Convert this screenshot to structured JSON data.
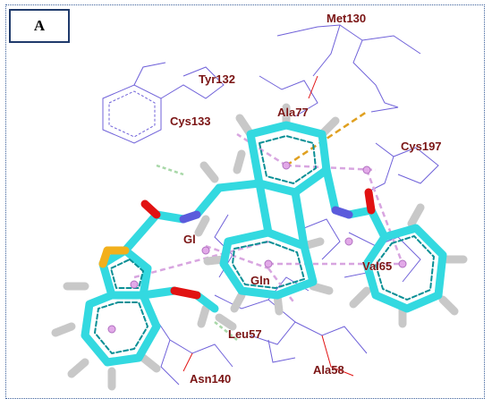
{
  "panel": {
    "label": "A"
  },
  "colors": {
    "stick_carbon": "#33d9e0",
    "stick_hydrogen": "#c8c8c8",
    "oxygen": "#e11212",
    "nitrogen": "#5b5bdc",
    "sulfur": "#f2b01c",
    "residue_wire": "#6f61d9",
    "pi_interaction": "#d8a5e0",
    "h_bond": "#a8d8a8",
    "pi_sulfur": "#e0a020",
    "label": "#7a1414"
  },
  "residues": [
    {
      "id": "met130",
      "label": "Met130"
    },
    {
      "id": "tyr132",
      "label": "Tyr132"
    },
    {
      "id": "cys133",
      "label": "Cys133"
    },
    {
      "id": "ala77",
      "label": "Ala77"
    },
    {
      "id": "cys197",
      "label": "Cys197"
    },
    {
      "id": "val65",
      "label": "Val65"
    },
    {
      "id": "gly",
      "label": "Gl"
    },
    {
      "id": "gln",
      "label": "Gln"
    },
    {
      "id": "leu57",
      "label": "Leu57"
    },
    {
      "id": "ala58",
      "label": "Ala58"
    },
    {
      "id": "asn140",
      "label": "Asn140"
    }
  ]
}
